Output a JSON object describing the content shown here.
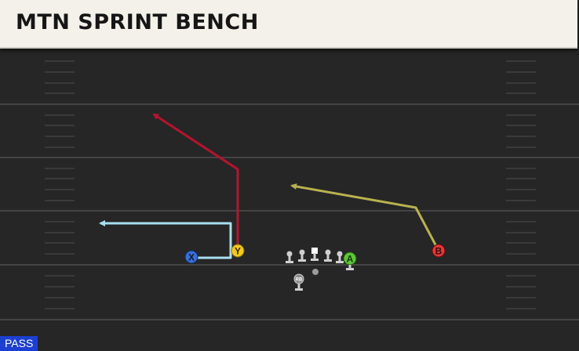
{
  "play": {
    "title": "MTN SPRINT BENCH",
    "type_label": "PASS"
  },
  "colors": {
    "field_background": "#262626",
    "title_background": "#f3f1e9",
    "route_x": "#a8dff0",
    "route_y": "#b5142d",
    "route_b": "#b9b24f",
    "badge_background": "#1c3fd1"
  },
  "players": [
    {
      "label": "X",
      "icon": "x-button-icon",
      "color": "#3b6fd6"
    },
    {
      "label": "Y",
      "icon": "y-button-icon",
      "color": "#f3c91d"
    },
    {
      "label": "A",
      "icon": "a-button-icon",
      "color": "#5fc53a"
    },
    {
      "label": "B",
      "icon": "b-button-icon",
      "color": "#e23a3a"
    },
    {
      "label": "RB",
      "icon": "running-back-icon",
      "color": "#9a9a9a"
    }
  ]
}
